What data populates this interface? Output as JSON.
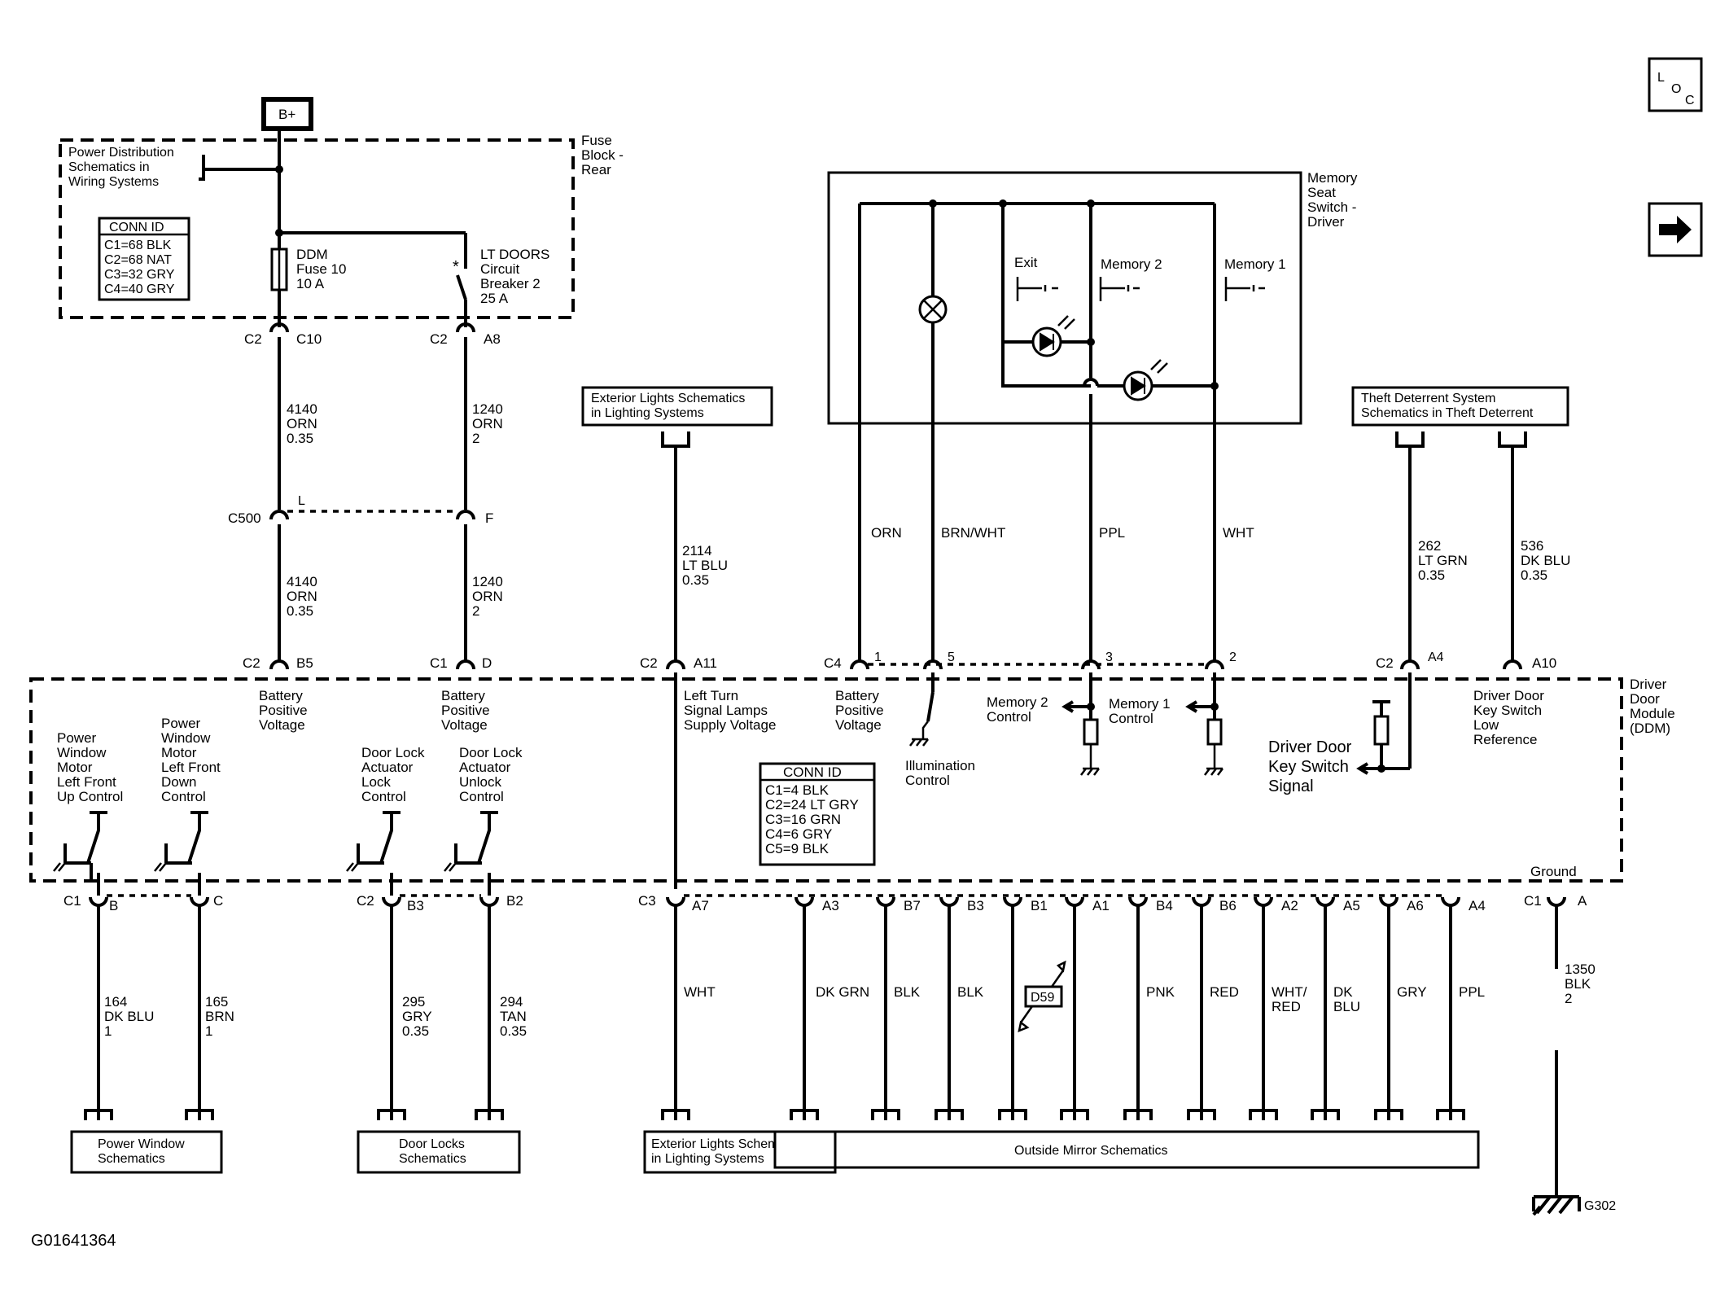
{
  "nav": {
    "loc_label": "LOC",
    "next_label": "➔"
  },
  "power": {
    "bplus": "B+"
  },
  "fuse_block": {
    "label": [
      "Fuse",
      "Block -",
      "Rear"
    ],
    "power_dist": [
      "Power Distribution",
      "Schematics in",
      "Wiring Systems"
    ],
    "conn_id_title": "CONN ID",
    "conn_ids": [
      "C1=68 BLK",
      "C2=68 NAT",
      "C3=32 GRY",
      "C4=40 GRY"
    ],
    "fuse": [
      "DDM",
      "Fuse 10",
      "10 A"
    ],
    "breaker": [
      "LT DOORS",
      "Circuit",
      "Breaker 2",
      "25 A"
    ]
  },
  "connectors": {
    "c2_c10": [
      "C2",
      "C10"
    ],
    "c2_a8": [
      "C2",
      "A8"
    ],
    "c500": "C500",
    "c500_l": "L",
    "c500_f": "F",
    "c2_b5": [
      "C2",
      "B5"
    ],
    "c1_d": [
      "C1",
      "D"
    ],
    "c2_a11": [
      "C2",
      "A11"
    ],
    "c4": "C4",
    "c4_pins": [
      "1",
      "5",
      "3",
      "2"
    ],
    "c2_a4": [
      "C2",
      "A4"
    ],
    "a10": "A10",
    "c1_b_c": [
      "C1",
      "B",
      "C"
    ],
    "c2_b3_b2": [
      "C2",
      "B3",
      "B2"
    ],
    "c3_pins": [
      "C3",
      "A7",
      "A3",
      "B7",
      "B3",
      "B1",
      "A1",
      "B4",
      "B6",
      "A2",
      "A5",
      "A6",
      "A4"
    ],
    "ground_c1_a": [
      "Ground",
      "C1",
      "A"
    ]
  },
  "wires_top": {
    "w4140a": [
      "4140",
      "ORN",
      "0.35"
    ],
    "w1240a": [
      "1240",
      "ORN",
      "2"
    ],
    "w4140b": [
      "4140",
      "ORN",
      "0.35"
    ],
    "w1240b": [
      "1240",
      "ORN",
      "2"
    ],
    "w2114": [
      "2114",
      "LT BLU",
      "0.35"
    ],
    "orn": "ORN",
    "brn_wht": "BRN/WHT",
    "ppl": "PPL",
    "wht": "WHT",
    "w262": [
      "262",
      "LT GRN",
      "0.35"
    ],
    "w536": [
      "536",
      "DK BLU",
      "0.35"
    ]
  },
  "ext_lights_top": [
    "Exterior Lights Schematics",
    "in Lighting Systems"
  ],
  "theft": [
    "Theft Deterrent System",
    "Schematics in Theft Deterrent"
  ],
  "memory_switch": {
    "label": [
      "Memory",
      "Seat",
      "Switch -",
      "Driver"
    ],
    "exit": "Exit",
    "mem2": "Memory 2",
    "mem1": "Memory 1"
  },
  "ddm": {
    "label": [
      "Driver",
      "Door",
      "Module",
      "(DDM)"
    ],
    "bpv1": [
      "Battery",
      "Positive",
      "Voltage"
    ],
    "bpv2": [
      "Battery",
      "Positive",
      "Voltage"
    ],
    "left_turn": [
      "Left Turn",
      "Signal Lamps",
      "Supply Voltage"
    ],
    "bpv3": [
      "Battery",
      "Positive",
      "Voltage"
    ],
    "mem2_ctrl": [
      "Memory 2",
      "Control"
    ],
    "mem1_ctrl": [
      "Memory 1",
      "Control"
    ],
    "illum": [
      "Illumination",
      "Control"
    ],
    "key_switch_signal": [
      "Driver Door",
      "Key Switch",
      "Signal"
    ],
    "key_switch_low": [
      "Driver Door",
      "Key Switch",
      "Low",
      "Reference"
    ],
    "pw_up": [
      "Power",
      "Window",
      "Motor",
      "Left Front",
      "Up Control"
    ],
    "pw_down": [
      "Power",
      "Window",
      "Motor",
      "Left Front",
      "Down",
      "Control"
    ],
    "dl_lock": [
      "Door Lock",
      "Actuator",
      "Lock",
      "Control"
    ],
    "dl_unlock": [
      "Door Lock",
      "Actuator",
      "Unlock",
      "Control"
    ],
    "conn_id_title": "CONN ID",
    "conn_ids": [
      "C1=4 BLK",
      "C2=24 LT GRY",
      "C3=16 GRN",
      "C4=6 GRY",
      "C5=9 BLK"
    ]
  },
  "wires_bottom": {
    "w164": [
      "164",
      "DK BLU",
      "1"
    ],
    "w165": [
      "165",
      "BRN",
      "1"
    ],
    "w295": [
      "295",
      "GRY",
      "0.35"
    ],
    "w294": [
      "294",
      "TAN",
      "0.35"
    ],
    "wht": "WHT",
    "dk_grn": "DK GRN",
    "blk1": "BLK",
    "blk2": "BLK",
    "d59": "D59",
    "pnk": "PNK",
    "red": "RED",
    "wht_red": [
      "WHT/",
      "RED"
    ],
    "dk_blu": [
      "DK",
      "BLU"
    ],
    "gry": "GRY",
    "ppl": "PPL",
    "w1350": [
      "1350",
      "BLK",
      "2"
    ]
  },
  "bottom_boxes": {
    "power_window": [
      "Power Window",
      "Schematics"
    ],
    "door_locks": [
      "Door Locks",
      "Schematics"
    ],
    "ext_lights": [
      "Exterior Lights Schematics",
      "in Lighting Systems"
    ],
    "outside_mirror": "Outside Mirror Schematics"
  },
  "ground": "G302",
  "figure_id": "G01641364"
}
